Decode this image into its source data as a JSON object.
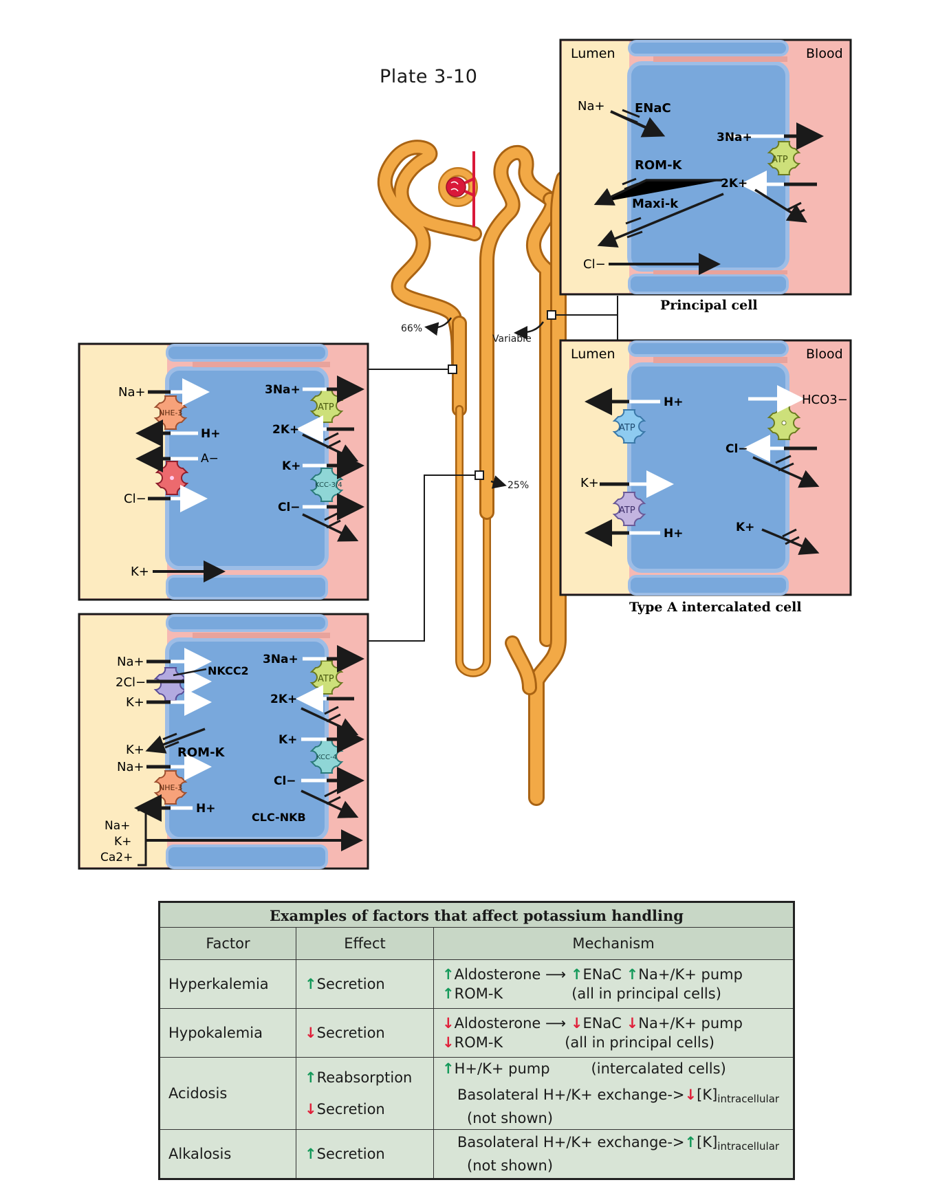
{
  "plate_title": "Plate 3-10",
  "nephron": {
    "percent_pct": "66%",
    "percent_tal": "25%",
    "percent_cd": "Variable"
  },
  "colors": {
    "lumen": "#fdebc0",
    "blood": "#f6b9b3",
    "cell": "#79a8dc",
    "membrane": "#9dbde6",
    "tubule": "#f2a946",
    "glomerulus": "#d9183a",
    "up_arrow": "#14995a",
    "down_arrow": "#e0203a",
    "table_bg": "#d8e4d6"
  },
  "principal_cell": {
    "lumen_label": "Lumen",
    "blood_label": "Blood",
    "caption": "Principal cell",
    "labels": {
      "na": "Na+",
      "enac": "ENaC",
      "three_na": "3Na+",
      "atp": "ATP",
      "romk": "ROM-K",
      "two_k": "2K+",
      "maxik": "Maxi-k",
      "cl": "Cl−"
    }
  },
  "intercalated_cell": {
    "lumen_label": "Lumen",
    "blood_label": "Blood",
    "caption": "Type A intercalated cell",
    "labels": {
      "h_top": "H+",
      "atp_top": "ATP",
      "hco3": "HCO3−",
      "cl": "Cl−",
      "k_left": "K+",
      "atp_bottom": "ATP",
      "h_bottom": "H+",
      "k_right": "K+"
    }
  },
  "proximal_cell": {
    "labels": {
      "na": "Na+",
      "nhe3": "NHE-3",
      "h": "H+",
      "a": "A−",
      "cl_left": "Cl−",
      "three_na": "3Na+",
      "atp": "ATP",
      "two_k": "2K+",
      "k": "K+",
      "kcc": "KCC-3/4",
      "cl_right": "Cl−",
      "k_para": "K+"
    }
  },
  "tal_cell": {
    "labels": {
      "na1": "Na+",
      "two_cl": "2Cl−",
      "k1": "K+",
      "nkcc2": "NKCC2",
      "k_romk": "K+",
      "romk": "ROM-K",
      "na2": "Na+",
      "nhe3": "NHE-3",
      "h": "H+",
      "three_na": "3Na+",
      "atp": "ATP",
      "two_k": "2K+",
      "k": "K+",
      "kcc": "KCC-4",
      "cl": "Cl−",
      "clcnkb": "CLC-NKB",
      "para_na": "Na+",
      "para_k": "K+",
      "para_ca": "Ca2+"
    }
  },
  "table": {
    "title": "Examples of factors that affect potassium handling",
    "headers": [
      "Factor",
      "Effect",
      "Mechanism"
    ],
    "rows": [
      {
        "factor": "Hyperkalemia",
        "effects": [
          {
            "dir": "up",
            "text": "Secretion"
          }
        ],
        "mechanism": {
          "line1_a": "Aldosterone",
          "line1_b": "ENaC",
          "line1_c": "Na+/K+ pump",
          "line2_a": "ROM-K",
          "line2_b": "(all in principal cells)"
        }
      },
      {
        "factor": "Hypokalemia",
        "effects": [
          {
            "dir": "down",
            "text": "Secretion"
          }
        ],
        "mechanism": {
          "line1_a": "Aldosterone",
          "line1_b": "ENaC",
          "line1_c": "Na+/K+ pump",
          "line2_a": "ROM-K",
          "line2_b": "(all in principal cells)"
        }
      },
      {
        "factor": "Acidosis",
        "effects": [
          {
            "dir": "up",
            "text": "Reabsorption"
          },
          {
            "dir": "down",
            "text": "Secretion"
          }
        ],
        "mechanism": {
          "line1_a": "H+/K+ pump",
          "line1_b": "(intercalated cells)",
          "line2_a": "Basolateral H+/K+ exchange->",
          "line2_b": "[K]",
          "line2_sub": "intracellular",
          "line3": "(not shown)"
        }
      },
      {
        "factor": "Alkalosis",
        "effects": [
          {
            "dir": "up",
            "text": "Secretion"
          }
        ],
        "mechanism": {
          "line1_a": "Basolateral H+/K+ exchange->",
          "line1_b": "[K]",
          "line1_sub": "intracellular",
          "line2": "(not shown)"
        }
      }
    ]
  }
}
